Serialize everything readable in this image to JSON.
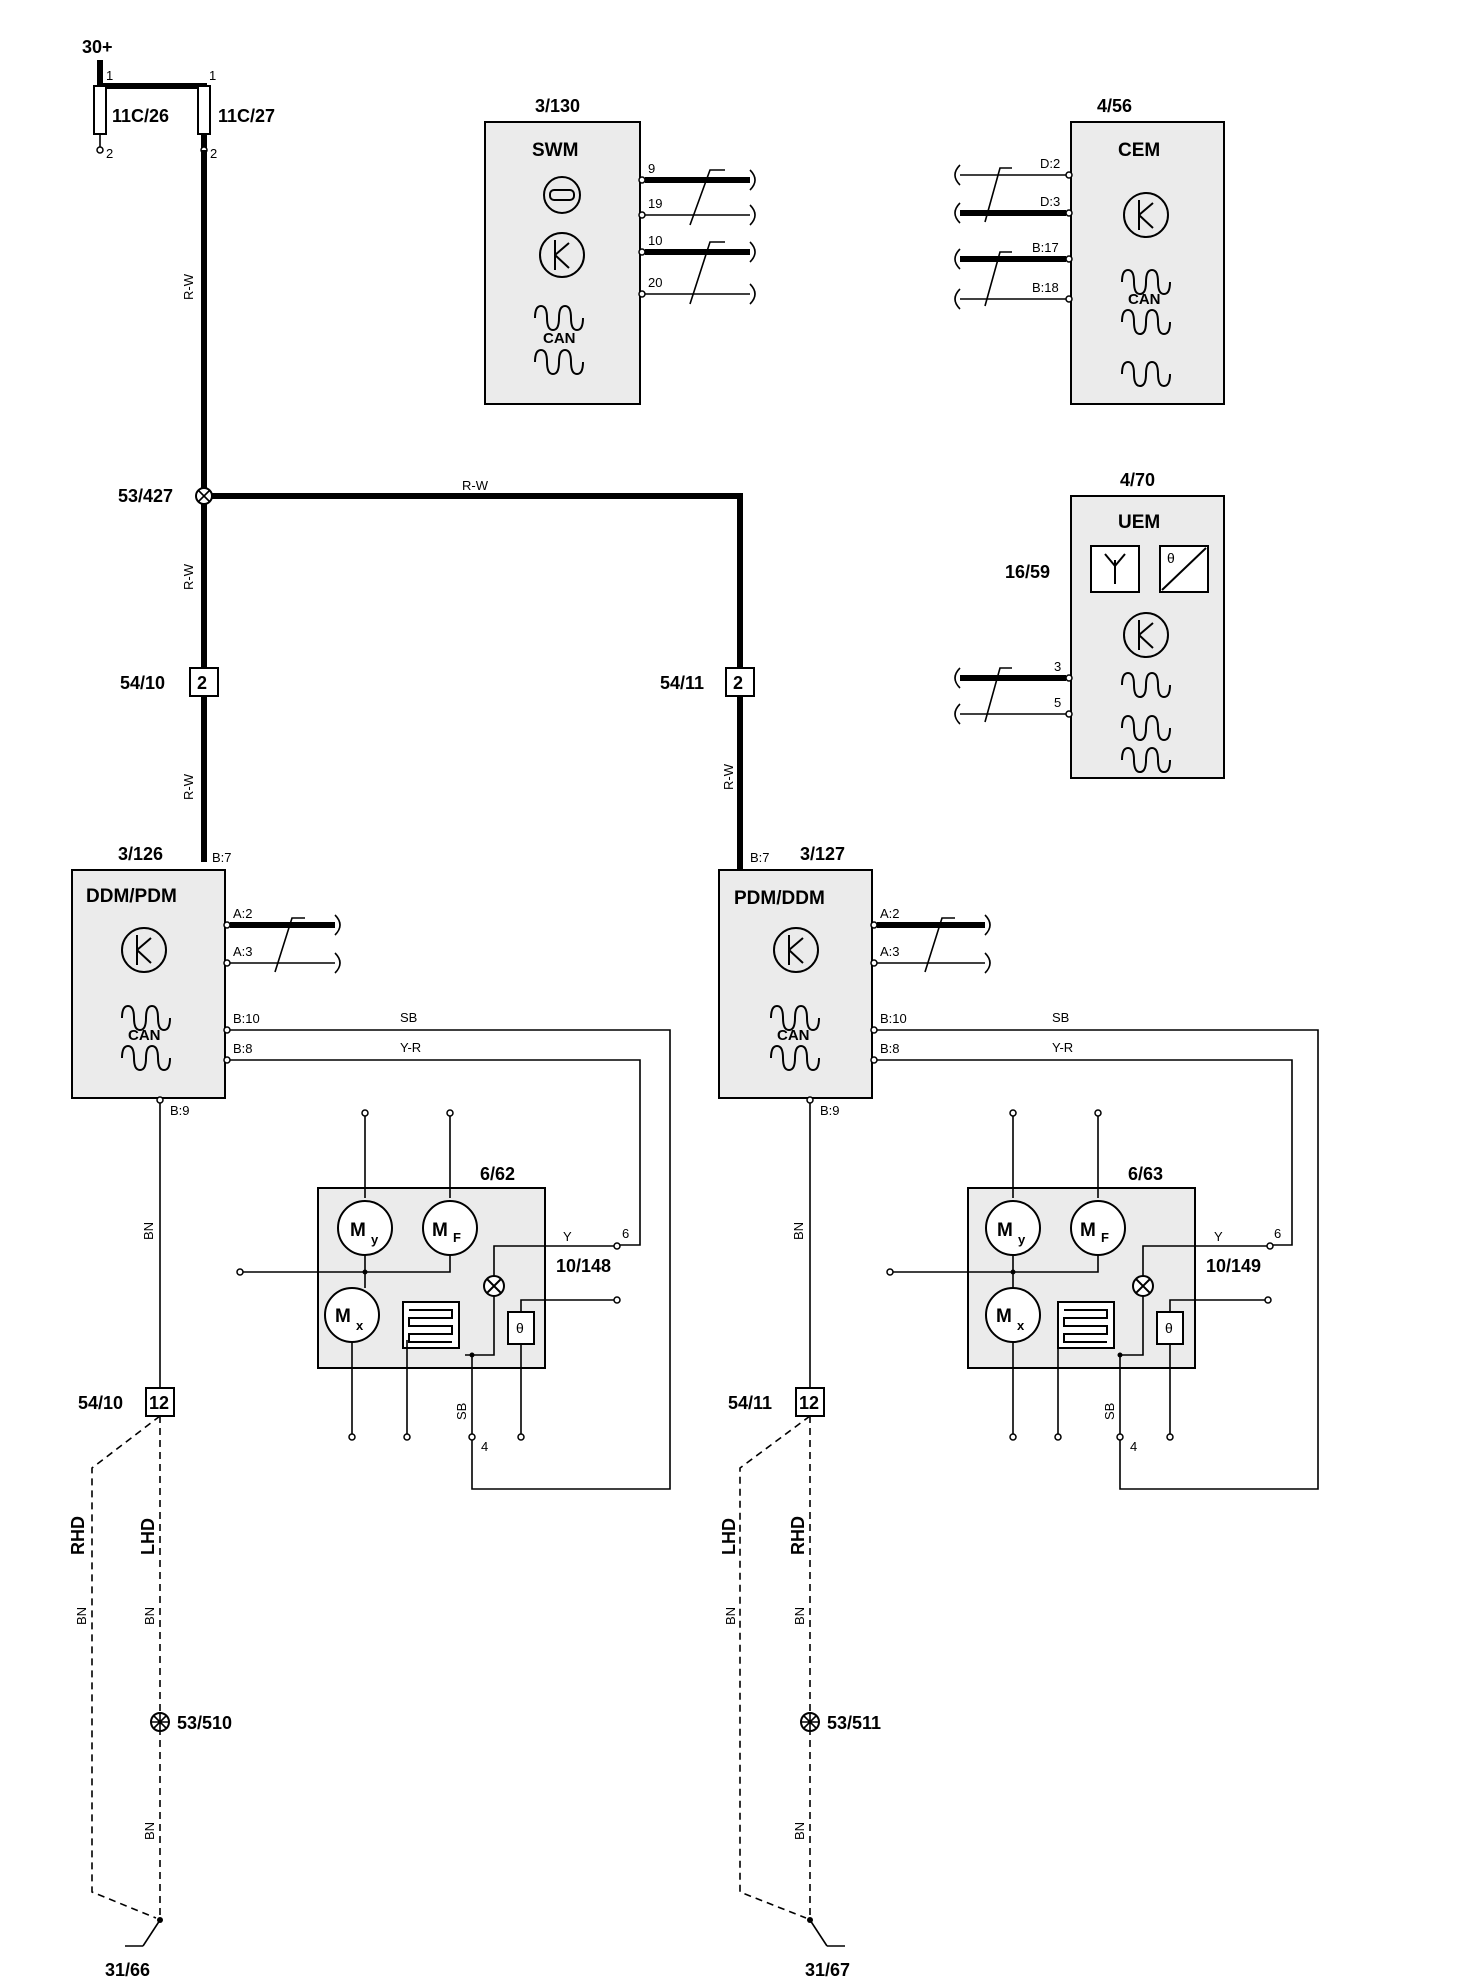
{
  "supply": {
    "label": "30+",
    "fuse_left": "11C/26",
    "fuse_right": "11C/27",
    "pin_1a": "1",
    "pin_1b": "1",
    "pin_2a": "2",
    "pin_2b": "2"
  },
  "wire_colors": {
    "rw": "R-W",
    "sb": "SB",
    "yr": "Y-R",
    "y": "Y",
    "bn": "BN"
  },
  "swm": {
    "id": "3/130",
    "name": "SWM",
    "can": "CAN",
    "pins": [
      "9",
      "19",
      "10",
      "20"
    ]
  },
  "cem": {
    "id": "4/56",
    "name": "CEM",
    "can": "CAN",
    "pins": [
      "D:2",
      "D:3",
      "B:17",
      "B:18"
    ]
  },
  "uem": {
    "id": "4/70",
    "name": "UEM",
    "sub_id": "16/59",
    "theta": "θ",
    "pins": [
      "3",
      "5"
    ]
  },
  "splice_top": "53/427",
  "connectors": {
    "left_upper": "54/10",
    "right_upper": "54/11",
    "pin_upper": "2",
    "left_lower": "54/10",
    "right_lower": "54/11",
    "pin_lower": "12"
  },
  "left_module": {
    "id": "3/126",
    "name": "DDM/PDM",
    "can": "CAN",
    "pin_top": "B:7",
    "pins_right": [
      "A:2",
      "A:3",
      "B:10",
      "B:8"
    ],
    "pin_bottom": "B:9"
  },
  "right_module": {
    "id": "3/127",
    "name": "PDM/DDM",
    "can": "CAN",
    "pin_top": "B:7",
    "pins_right": [
      "A:2",
      "A:3",
      "B:10",
      "B:8"
    ],
    "pin_bottom": "B:9"
  },
  "left_mirror": {
    "id": "6/62",
    "lamp_id": "10/148",
    "pin6": "6",
    "pin4": "4",
    "motor_m": "M",
    "sub_y": "y",
    "sub_f": "F",
    "sub_x": "x",
    "theta": "θ"
  },
  "right_mirror": {
    "id": "6/63",
    "lamp_id": "10/149",
    "pin6": "6",
    "pin4": "4",
    "motor_m": "M",
    "sub_y": "y",
    "sub_f": "F",
    "sub_x": "x",
    "theta": "θ"
  },
  "drive_variants": {
    "rhd": "RHD",
    "lhd": "LHD"
  },
  "grounds": {
    "left_splice": "53/510",
    "right_splice": "53/511",
    "left_point": "31/66",
    "right_point": "31/67"
  }
}
